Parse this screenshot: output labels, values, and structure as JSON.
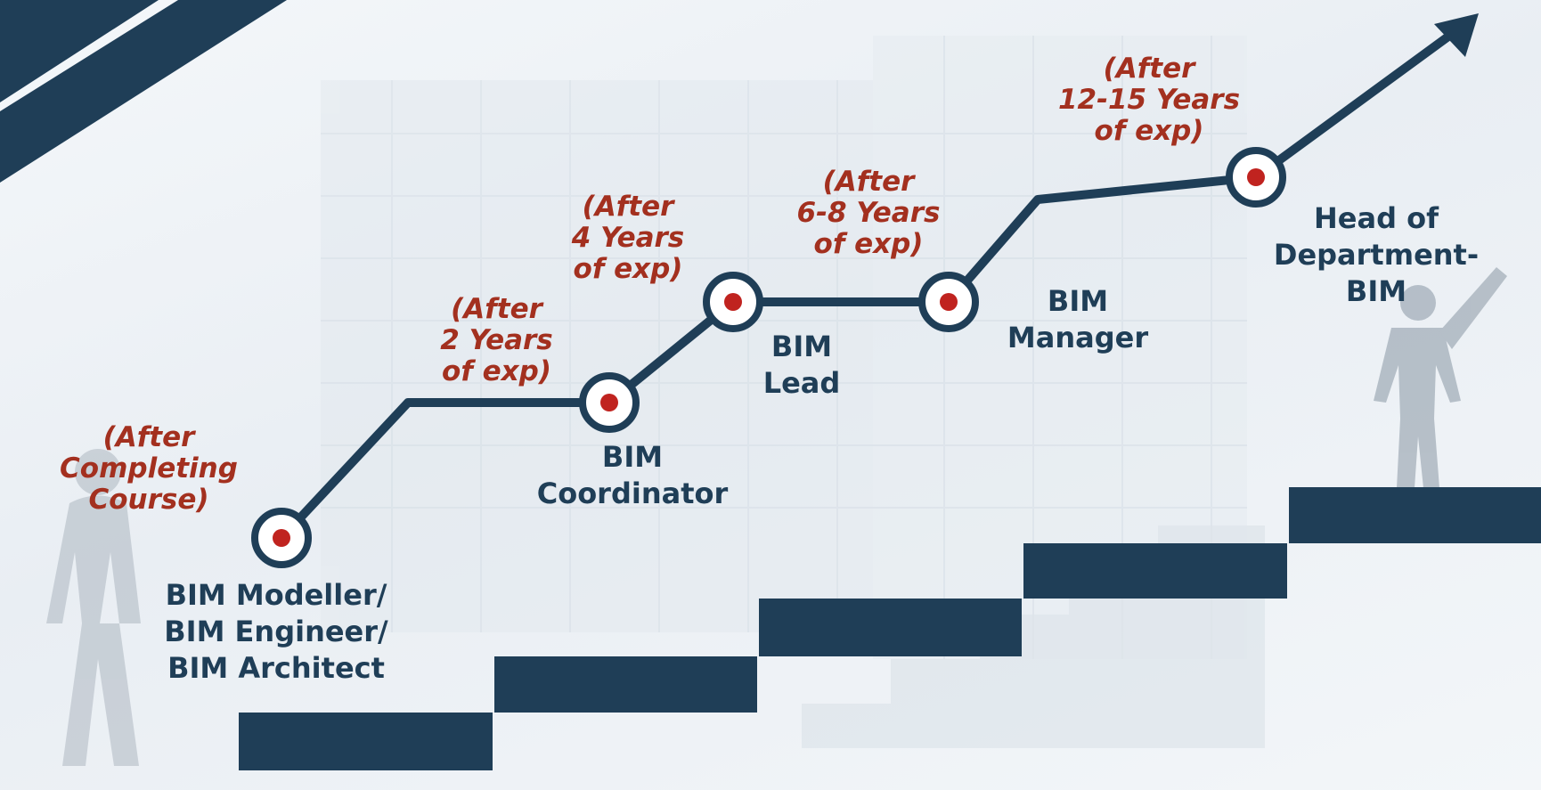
{
  "colors": {
    "navy": "#1f3e57",
    "accent_red": "#a3301f",
    "node_dot": "#c0231f",
    "background": "#eef2f6"
  },
  "milestones": [
    {
      "role": [
        "BIM Modeller/",
        "BIM Engineer/",
        "BIM Architect"
      ],
      "experience": [
        "(After",
        "Completing",
        "Course)"
      ]
    },
    {
      "role": [
        "BIM",
        "Coordinator"
      ],
      "experience": [
        "(After",
        "2 Years",
        "of exp)"
      ]
    },
    {
      "role": [
        "BIM",
        "Lead"
      ],
      "experience": [
        "(After",
        "4 Years",
        "of exp)"
      ]
    },
    {
      "role": [
        "BIM",
        "Manager"
      ],
      "experience": [
        "(After",
        "6-8 Years",
        "of exp)"
      ]
    },
    {
      "role": [
        "Head of",
        "Department-",
        "BIM"
      ],
      "experience": [
        "(After",
        "12-15 Years",
        "of exp)"
      ]
    }
  ]
}
